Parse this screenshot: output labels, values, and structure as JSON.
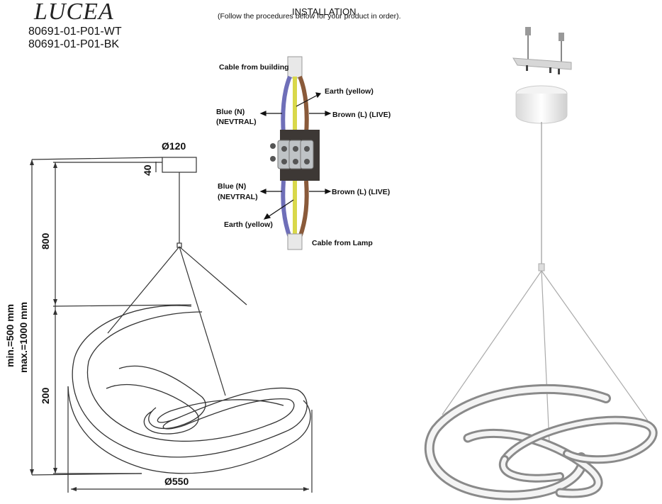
{
  "header": {
    "brand": "LUCEA",
    "code_wt": "80691-01-P01-WT",
    "code_bk": "80691-01-P01-BK"
  },
  "installation": {
    "title": "INSTALLATION",
    "subtitle": "(Follow the procedures below for your product in order).",
    "labels": {
      "cable_building": "Cable from building",
      "earth_top": "Earth (yellow)",
      "blue_top_1": "Blue (N)",
      "blue_top_2": "(NEVTRAL)",
      "brown_top": "Brown (L) (LIVE)",
      "blue_bot_1": "Blue (N)",
      "blue_bot_2": "(NEVTRAL)",
      "brown_bot": "Brown (L) (LIVE)",
      "earth_bot": "Earth (yellow)",
      "cable_lamp": "Cable from Lamp"
    },
    "colors": {
      "blue": "#6f6fb8",
      "yellow": "#d9d84a",
      "brown": "#8a5a3a"
    }
  },
  "dimensions": {
    "canopy_diameter": "Ø120",
    "canopy_height": "40",
    "drop": "800",
    "ring_height": "200",
    "ring_diameter": "Ø550",
    "min_height": "min.=500 mm",
    "max_height": "max.=1000 mm"
  }
}
